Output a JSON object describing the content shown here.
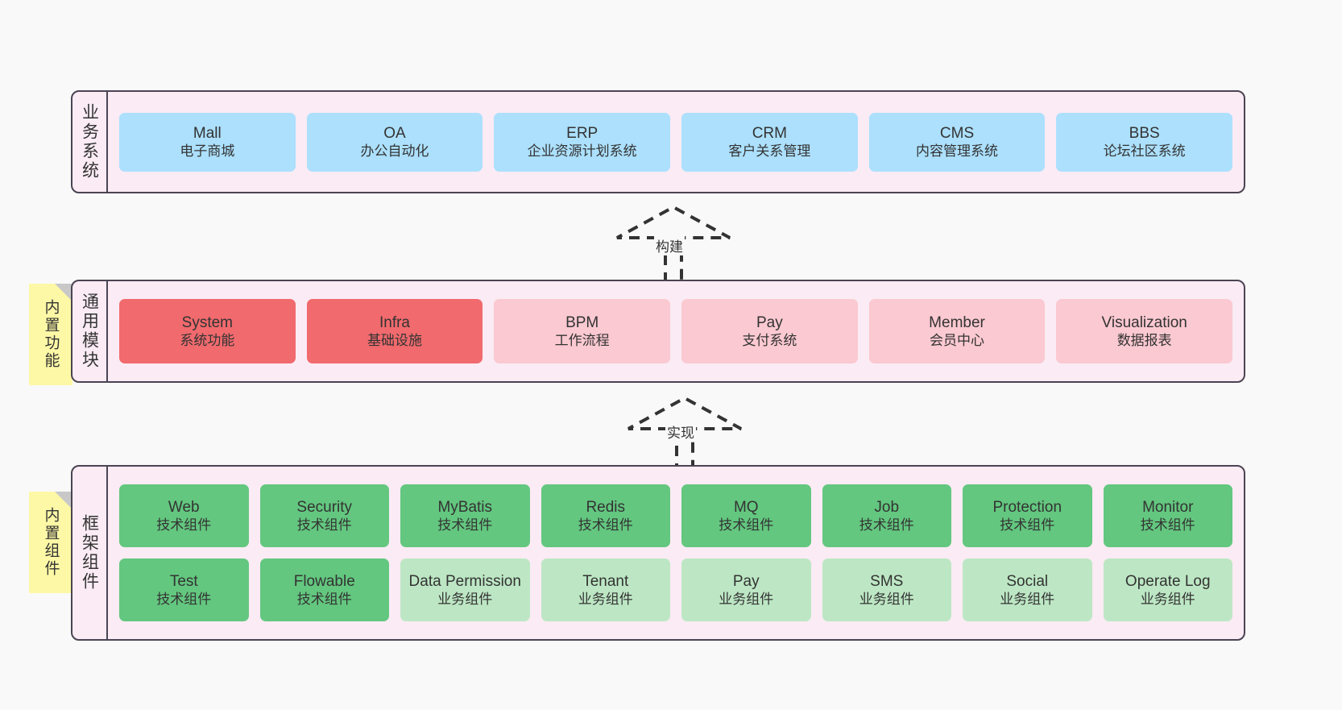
{
  "diagram": {
    "title": "",
    "background_color": "#f9f9f9",
    "container_color": "#faebf4",
    "border_color": "#4b4453",
    "note_color": "#fdf8a6"
  },
  "notes": [
    {
      "id": "builtin-functions",
      "label": "内置功能"
    },
    {
      "id": "builtin-components",
      "label": "内置组件"
    }
  ],
  "connectors": [
    {
      "id": "build",
      "label": "构建",
      "style": "dashed-hollow-arrow-up"
    },
    {
      "id": "realize",
      "label": "实现",
      "style": "dashed-hollow-arrow-up"
    }
  ],
  "layers": [
    {
      "id": "business-system",
      "label": "业务系统",
      "color": "#ace0fd",
      "rows": [
        [
          {
            "name": "Mall",
            "desc": "电子商城",
            "color": "#ace0fd"
          },
          {
            "name": "OA",
            "desc": "办公自动化",
            "color": "#ace0fd"
          },
          {
            "name": "ERP",
            "desc": "企业资源计划系统",
            "color": "#ace0fd"
          },
          {
            "name": "CRM",
            "desc": "客户关系管理",
            "color": "#ace0fd"
          },
          {
            "name": "CMS",
            "desc": "内容管理系统",
            "color": "#ace0fd"
          },
          {
            "name": "BBS",
            "desc": "论坛社区系统",
            "color": "#ace0fd"
          }
        ]
      ]
    },
    {
      "id": "common-modules",
      "label": "通用模块",
      "color": "#fbc9d1",
      "rows": [
        [
          {
            "name": "System",
            "desc": "系统功能",
            "color": "#f16a6d"
          },
          {
            "name": "Infra",
            "desc": "基础设施",
            "color": "#f16a6d"
          },
          {
            "name": "BPM",
            "desc": "工作流程",
            "color": "#fbc9d1"
          },
          {
            "name": "Pay",
            "desc": "支付系统",
            "color": "#fbc9d1"
          },
          {
            "name": "Member",
            "desc": "会员中心",
            "color": "#fbc9d1"
          },
          {
            "name": "Visualization",
            "desc": "数据报表",
            "color": "#fbc9d1"
          }
        ]
      ]
    },
    {
      "id": "framework-components",
      "label": "框架组件",
      "color": "#63c77f",
      "rows": [
        [
          {
            "name": "Web",
            "desc": "技术组件",
            "color": "#63c77f"
          },
          {
            "name": "Security",
            "desc": "技术组件",
            "color": "#63c77f"
          },
          {
            "name": "MyBatis",
            "desc": "技术组件",
            "color": "#63c77f"
          },
          {
            "name": "Redis",
            "desc": "技术组件",
            "color": "#63c77f"
          },
          {
            "name": "MQ",
            "desc": "技术组件",
            "color": "#63c77f"
          },
          {
            "name": "Job",
            "desc": "技术组件",
            "color": "#63c77f"
          },
          {
            "name": "Protection",
            "desc": "技术组件",
            "color": "#63c77f"
          },
          {
            "name": "Monitor",
            "desc": "技术组件",
            "color": "#63c77f"
          }
        ],
        [
          {
            "name": "Test",
            "desc": "技术组件",
            "color": "#63c77f"
          },
          {
            "name": "Flowable",
            "desc": "技术组件",
            "color": "#63c77f"
          },
          {
            "name": "Data Permission",
            "desc": "业务组件",
            "color": "#bde7c4"
          },
          {
            "name": "Tenant",
            "desc": "业务组件",
            "color": "#bde7c4"
          },
          {
            "name": "Pay",
            "desc": "业务组件",
            "color": "#bde7c4"
          },
          {
            "name": "SMS",
            "desc": "业务组件",
            "color": "#bde7c4"
          },
          {
            "name": "Social",
            "desc": "业务组件",
            "color": "#bde7c4"
          },
          {
            "name": "Operate Log",
            "desc": "业务组件",
            "color": "#bde7c4"
          }
        ]
      ]
    }
  ]
}
